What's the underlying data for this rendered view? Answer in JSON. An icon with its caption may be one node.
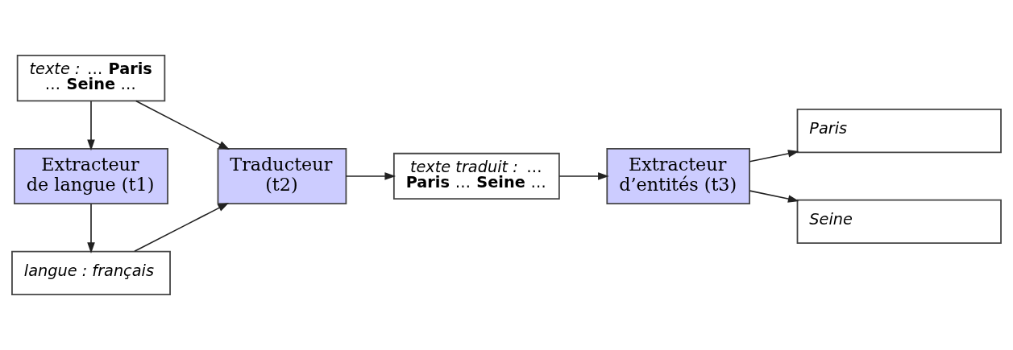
{
  "diagram": {
    "nodes": [
      {
        "text": [
          "*texte :* … **Paris** … **Seine** …"
        ]
      },
      {
        "text": [
          "Extracteur de langue (t1)"
        ]
      },
      {
        "text": [
          "Traducteur (t2)"
        ]
      },
      {
        "text": [
          "langue : français"
        ]
      },
      {
        "text": [
          "*texte traduit :* … **Paris** … **Seine** …"
        ]
      },
      {
        "text": [
          "Extracteur d’entités (t3)"
        ]
      },
      {
        "text": [
          "Paris"
        ]
      },
      {
        "text": [
          "Seine"
        ]
      }
    ],
    "edges": [
      {
        "from": 0,
        "to": 1,
        "arrow": "to"
      },
      {
        "from": 0,
        "to": 2,
        "arrow": "to"
      },
      {
        "from": 1,
        "to": 3,
        "arrow": "to"
      },
      {
        "from": 3,
        "to": 2,
        "arrow": "to"
      },
      {
        "from": 2,
        "to": 4,
        "arrow": "to"
      },
      {
        "from": 4,
        "to": 5,
        "arrow": "to"
      },
      {
        "from": 5,
        "to": 6,
        "arrow": "to"
      },
      {
        "from": 5,
        "to": 7,
        "arrow": "to"
      }
    ]
  }
}
